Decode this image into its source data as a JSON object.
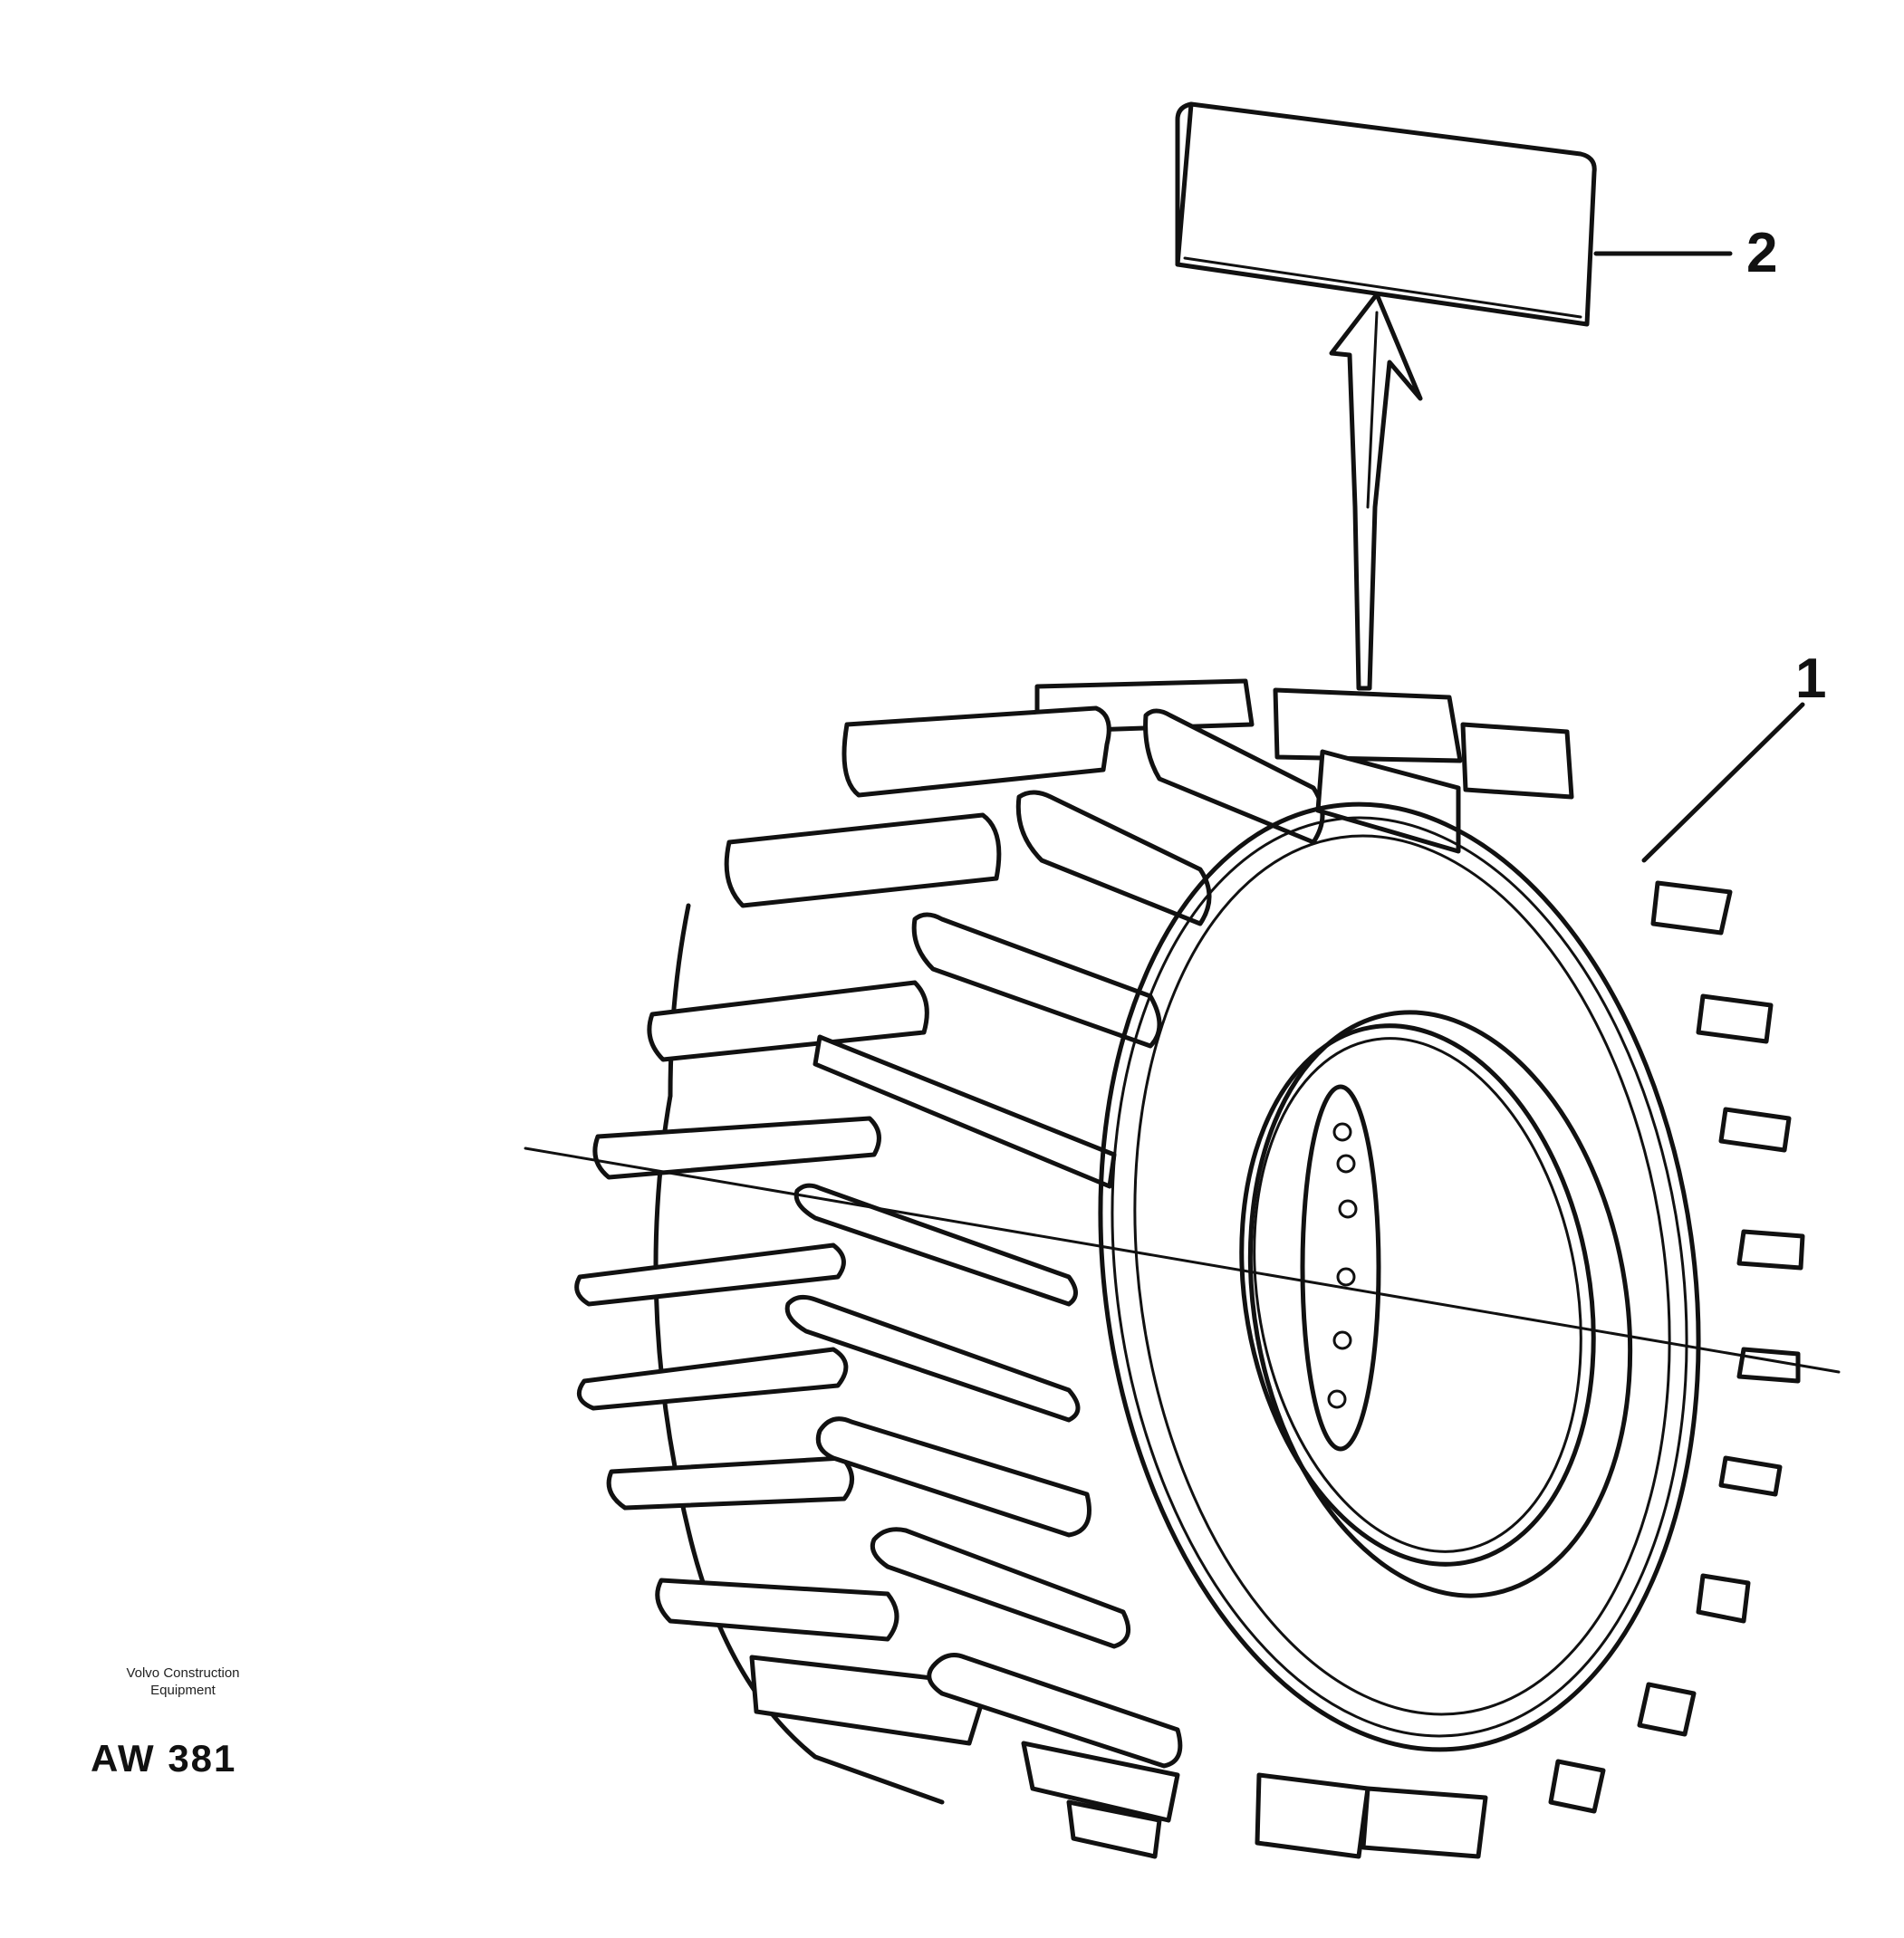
{
  "callouts": [
    {
      "number": "1",
      "part": "wheel-tire"
    },
    {
      "number": "2",
      "part": "label-plate"
    }
  ],
  "credit": {
    "line1": "Volvo Construction",
    "line2": "Equipment"
  },
  "drawing_code": "AW 381"
}
